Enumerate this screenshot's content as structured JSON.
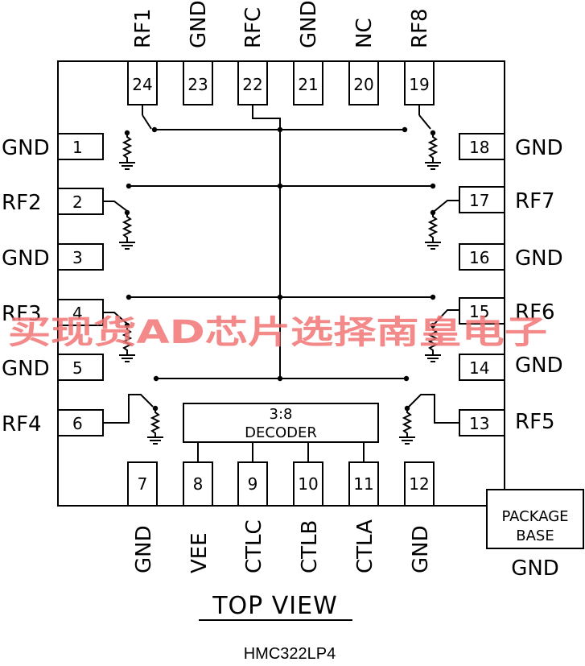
{
  "top_labels": [
    "RF1",
    "GND",
    "RFC",
    "GND",
    "NC",
    "RF8"
  ],
  "top_pins": [
    "24",
    "23",
    "22",
    "21",
    "20",
    "19"
  ],
  "left_labels": [
    "GND",
    "RF2",
    "GND",
    "RF3",
    "GND",
    "RF4"
  ],
  "left_pins": [
    "1",
    "2",
    "3",
    "4",
    "5",
    "6"
  ],
  "right_labels": [
    "GND",
    "RF7",
    "GND",
    "RF6",
    "GND",
    "RF5"
  ],
  "right_pins": [
    "18",
    "17",
    "16",
    "15",
    "14",
    "13"
  ],
  "bottom_labels": [
    "GND",
    "VEE",
    "CTLC",
    "CTLB",
    "CTLA",
    "GND"
  ],
  "bottom_pins": [
    "7",
    "8",
    "9",
    "10",
    "11",
    "12"
  ],
  "decoder": {
    "line1": "3:8",
    "line2": "DECODER"
  },
  "package": {
    "line1": "PACKAGE",
    "line2": "BASE",
    "gnd": "GND"
  },
  "view_title": "TOP VIEW",
  "part_number": "HMC322LP4",
  "watermark": "买现货AD芯片选择南皇电子"
}
